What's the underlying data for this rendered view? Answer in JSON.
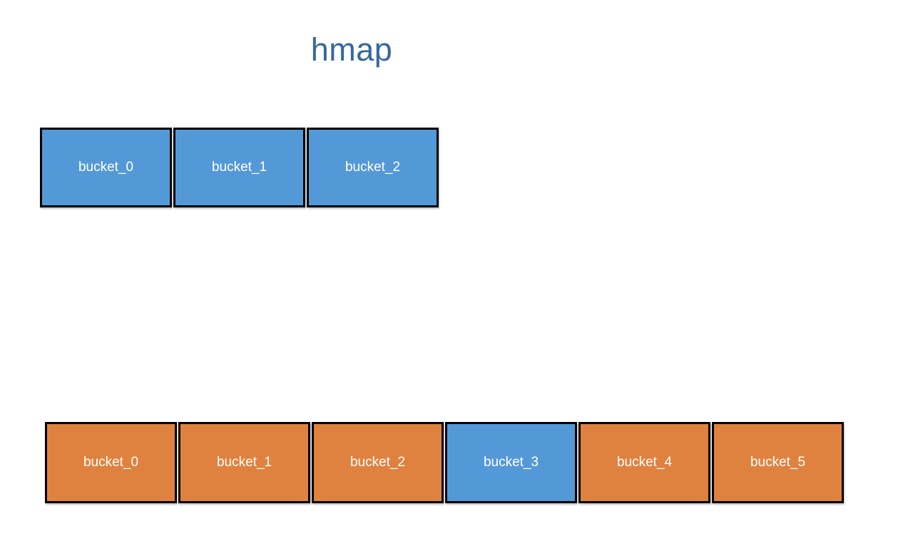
{
  "title": "hmap",
  "colors": {
    "blue": "#5499D7",
    "orange": "#E0823F",
    "border": "#000000",
    "title_text": "#36689D",
    "label_text": "#FFFFFF"
  },
  "row1": {
    "buckets": [
      {
        "label": "bucket_0",
        "color": "blue"
      },
      {
        "label": "bucket_1",
        "color": "blue"
      },
      {
        "label": "bucket_2",
        "color": "blue"
      }
    ]
  },
  "row2": {
    "buckets": [
      {
        "label": "bucket_0",
        "color": "orange"
      },
      {
        "label": "bucket_1",
        "color": "orange"
      },
      {
        "label": "bucket_2",
        "color": "orange"
      },
      {
        "label": "bucket_3",
        "color": "blue"
      },
      {
        "label": "bucket_4",
        "color": "orange"
      },
      {
        "label": "bucket_5",
        "color": "orange"
      }
    ]
  }
}
